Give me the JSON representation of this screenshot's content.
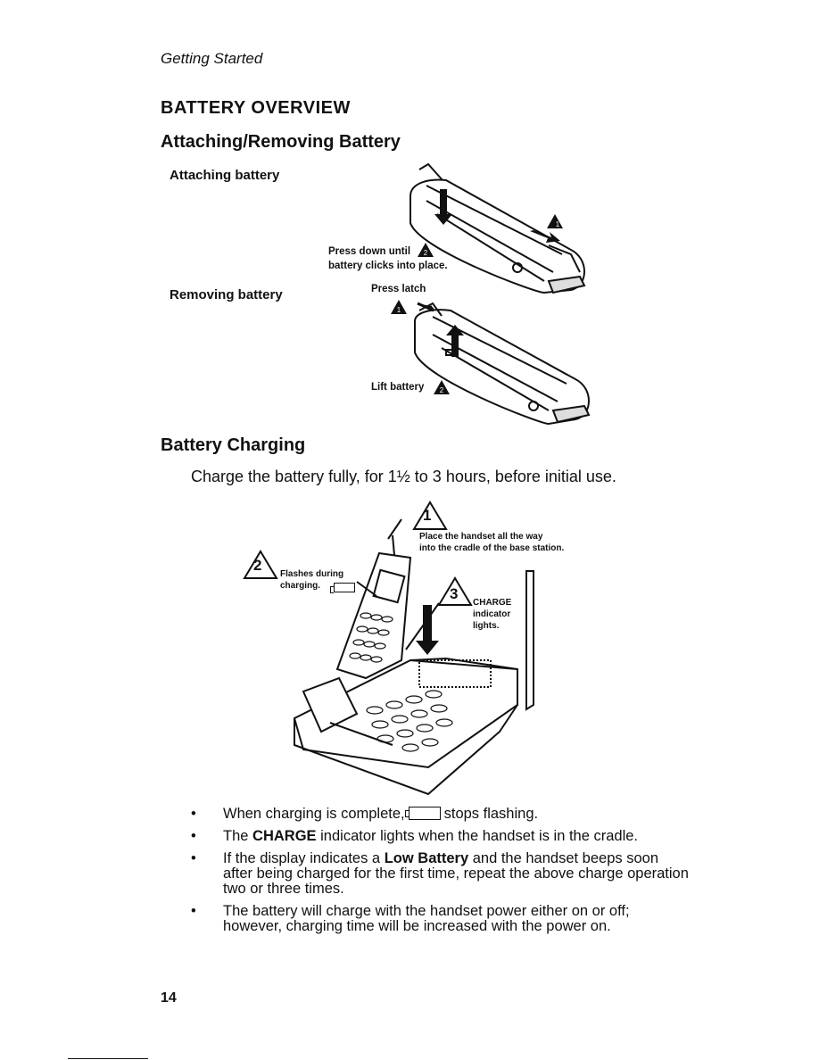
{
  "header": {
    "section": "Getting Started"
  },
  "title": "Battery Overview",
  "subtitle": "Attaching/Removing Battery",
  "attach": {
    "label": "Attaching battery",
    "callout": "Press down until",
    "callout2": "battery clicks into place."
  },
  "remove": {
    "label": "Removing battery",
    "latch": "Press latch",
    "lift": "Lift battery"
  },
  "charging": {
    "heading": "Battery Charging",
    "intro": "Charge the battery fully, for 1½ to 3 hours, before initial use.",
    "step1_num": "1",
    "step1_text1": "Place the handset all the way",
    "step1_text2": "into the cradle of the base station.",
    "step2_num": "2",
    "step2_text1": "Flashes during",
    "step2_text2": "charging.",
    "step3_num": "3",
    "step3_text1": "CHARGE",
    "step3_text2": "indicator",
    "step3_text3": "lights."
  },
  "bullets": {
    "b1_pre": "When charging is complete,",
    "b1_post": "stops flashing.",
    "b2_pre": "The",
    "b2_bold": "CHARGE",
    "b2_post": "indicator lights when the handset is in the cradle.",
    "b3_pre": "If the display indicates a",
    "b3_bold": "Low Battery",
    "b3_post": "and the handset beeps soon after being charged for the first time, repeat the above charge operation two or three times.",
    "b4": "The battery will charge with the handset power either on or off; however, charging time will be increased with the power on."
  },
  "page_number": "14"
}
